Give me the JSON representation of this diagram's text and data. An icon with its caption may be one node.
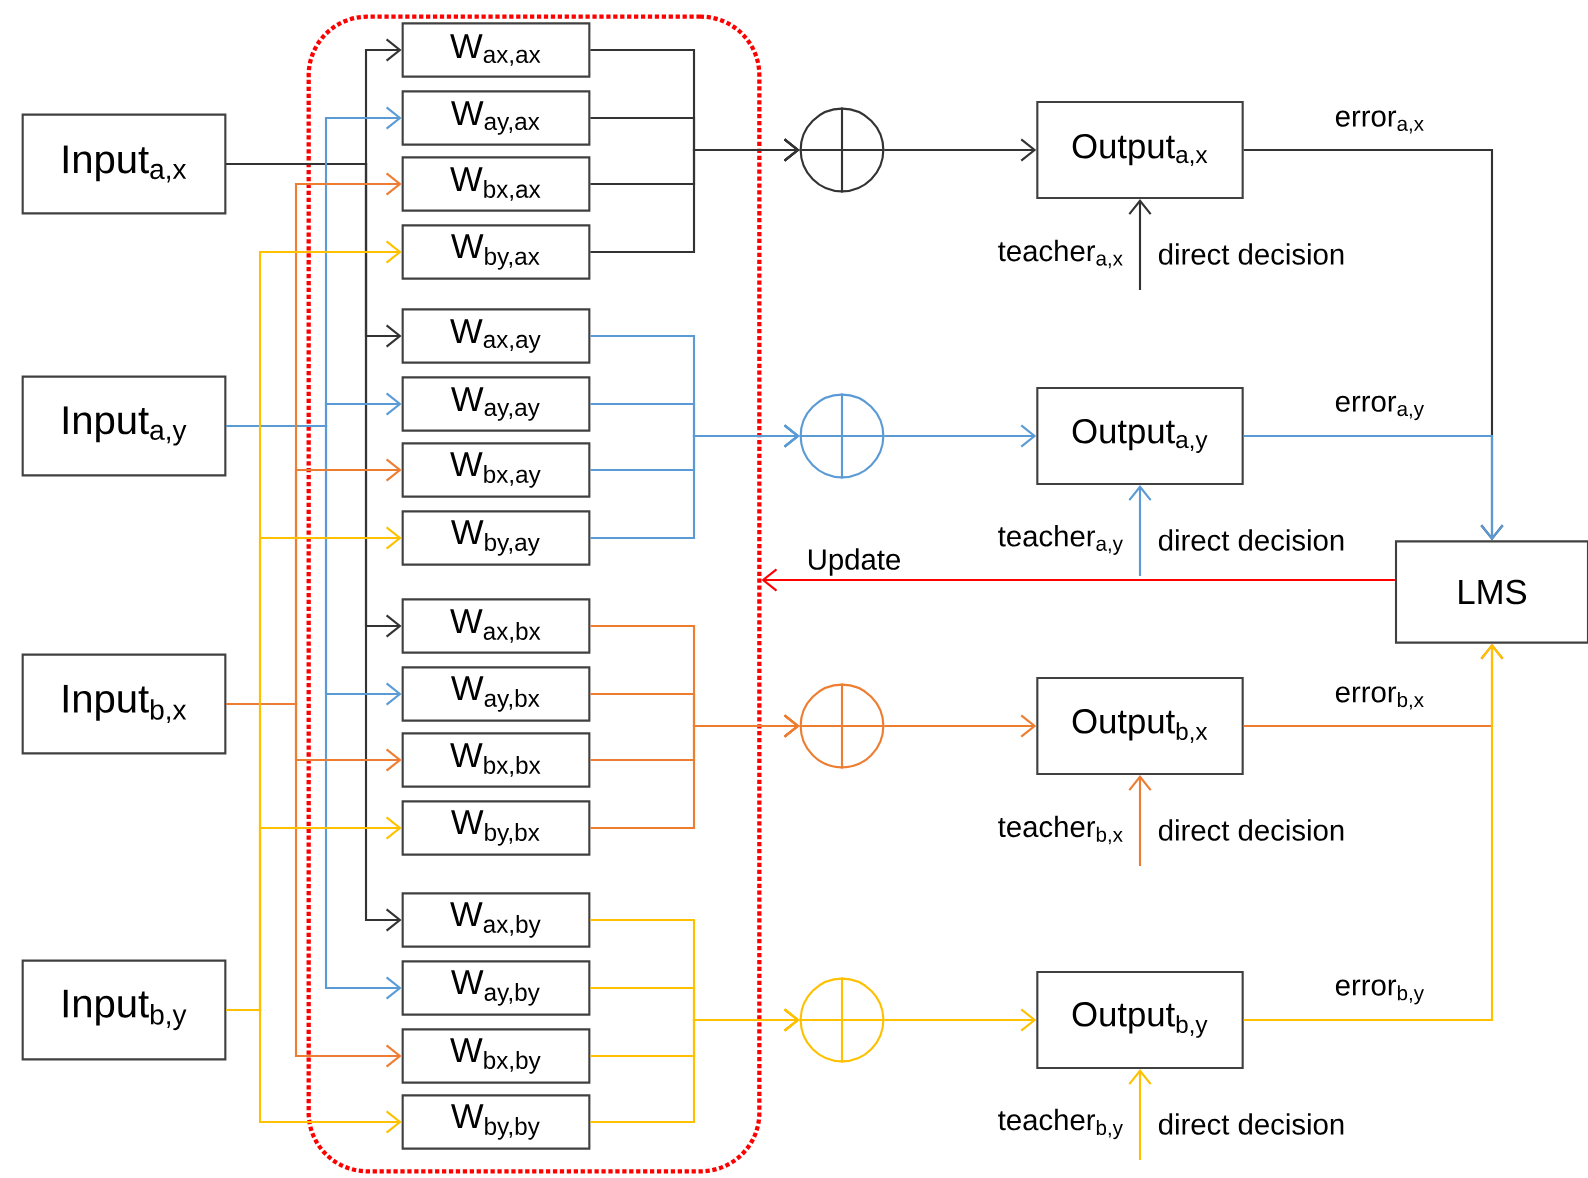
{
  "diagram": {
    "nodes": [
      {
        "text": [
          "Input$_{a,x}$"
        ]
      },
      {
        "text": [
          "Input$_{a,y}$"
        ]
      },
      {
        "text": [
          "Input$_{b,x}$"
        ]
      },
      {
        "text": [
          "Input$_{b,y}$"
        ]
      },
      {
        "text": [],
        "shape": "box"
      },
      {
        "text": [
          "W$_{ax,ax}$"
        ],
        "in": 4
      },
      {
        "text": [
          "W$_{ay,ax}$"
        ],
        "in": 4
      },
      {
        "text": [
          "W$_{bx,ax}$"
        ],
        "in": 4
      },
      {
        "text": [
          "W$_{by,ax}$"
        ],
        "in": 4
      },
      {
        "text": [
          "W$_{ax,ay}$"
        ],
        "in": 4
      },
      {
        "text": [
          "W$_{ay,ay}$"
        ],
        "in": 4
      },
      {
        "text": [
          "W$_{bx,ay}$"
        ],
        "in": 4
      },
      {
        "text": [
          "W$_{by,ay}$"
        ],
        "in": 4
      },
      {
        "text": [
          "W$_{ax,bx}$"
        ],
        "in": 4
      },
      {
        "text": [
          "W$_{ay,bx}$"
        ],
        "in": 4
      },
      {
        "text": [
          "W$_{bx,bx}$"
        ],
        "in": 4
      },
      {
        "text": [
          "W$_{by,bx}$"
        ],
        "in": 4
      },
      {
        "text": [
          "W$_{ax,by}$"
        ],
        "in": 4
      },
      {
        "text": [
          "W$_{ay,by}$"
        ],
        "in": 4
      },
      {
        "text": [
          "W$_{bx,by}$"
        ],
        "in": 4
      },
      {
        "text": [
          "W$_{by,by}$"
        ],
        "in": 4
      },
      {
        "text": [],
        "shape": "circle"
      },
      {
        "text": [],
        "shape": "circle"
      },
      {
        "text": [],
        "shape": "circle"
      },
      {
        "text": [],
        "shape": "circle"
      },
      {
        "text": [
          "Output$_{a,x}$"
        ]
      },
      {
        "text": [
          "Output$_{a,y}$"
        ]
      },
      {
        "text": [
          "Output$_{b,x}$"
        ]
      },
      {
        "text": [
          "Output$_{b,y}$"
        ]
      },
      {
        "text": [
          "LMS"
        ]
      }
    ],
    "edges": [
      {
        "from": 0,
        "to": 5,
        "arrow": "to"
      },
      {
        "from": 0,
        "to": 9,
        "arrow": "to"
      },
      {
        "from": 0,
        "to": 13,
        "arrow": "to"
      },
      {
        "from": 0,
        "to": 17,
        "arrow": "to"
      },
      {
        "from": 1,
        "to": 6,
        "arrow": "to",
        "color": "#5b9bd5"
      },
      {
        "from": 1,
        "to": 10,
        "arrow": "to",
        "color": "#5b9bd5"
      },
      {
        "from": 1,
        "to": 14,
        "arrow": "to",
        "color": "#5b9bd5"
      },
      {
        "from": 1,
        "to": 18,
        "arrow": "to",
        "color": "#5b9bd5"
      },
      {
        "from": 2,
        "to": 7,
        "arrow": "to",
        "color": "#ed7d31"
      },
      {
        "from": 2,
        "to": 11,
        "arrow": "to",
        "color": "#ed7d31"
      },
      {
        "from": 2,
        "to": 15,
        "arrow": "to",
        "color": "#ed7d31"
      },
      {
        "from": 2,
        "to": 19,
        "arrow": "to",
        "color": "#ed7d31"
      },
      {
        "from": 3,
        "to": 8,
        "arrow": "to",
        "color": "#ffc000"
      },
      {
        "from": 3,
        "to": 12,
        "arrow": "to",
        "color": "#ffc000"
      },
      {
        "from": 3,
        "to": 16,
        "arrow": "to",
        "color": "#ffc000"
      },
      {
        "from": 3,
        "to": 20,
        "arrow": "to",
        "color": "#ffc000"
      },
      {
        "from": 5,
        "to": 21,
        "arrow": "to"
      },
      {
        "from": 6,
        "to": 21,
        "arrow": "to"
      },
      {
        "from": 7,
        "to": 21,
        "arrow": "to"
      },
      {
        "from": 8,
        "to": 21,
        "arrow": "to"
      },
      {
        "from": 9,
        "to": 22,
        "arrow": "to",
        "color": "#5b9bd5"
      },
      {
        "from": 10,
        "to": 22,
        "arrow": "to",
        "color": "#5b9bd5"
      },
      {
        "from": 11,
        "to": 22,
        "arrow": "to",
        "color": "#5b9bd5"
      },
      {
        "from": 12,
        "to": 22,
        "arrow": "to",
        "color": "#5b9bd5"
      },
      {
        "from": 13,
        "to": 23,
        "arrow": "to",
        "color": "#ed7d31"
      },
      {
        "from": 14,
        "to": 23,
        "arrow": "to",
        "color": "#ed7d31"
      },
      {
        "from": 15,
        "to": 23,
        "arrow": "to",
        "color": "#ed7d31"
      },
      {
        "from": 16,
        "to": 23,
        "arrow": "to",
        "color": "#ed7d31"
      },
      {
        "from": 17,
        "to": 24,
        "arrow": "to",
        "color": "#ffc000"
      },
      {
        "from": 18,
        "to": 24,
        "arrow": "to",
        "color": "#ffc000"
      },
      {
        "from": 19,
        "to": 24,
        "arrow": "to",
        "color": "#ffc000"
      },
      {
        "from": 20,
        "to": 24,
        "arrow": "to",
        "color": "#ffc000"
      },
      {
        "from": 21,
        "to": 25,
        "arrow": "to"
      },
      {
        "from": 22,
        "to": 26,
        "arrow": "to",
        "color": "#5b9bd5"
      },
      {
        "from": 23,
        "to": 27,
        "arrow": "to",
        "color": "#ed7d31"
      },
      {
        "from": 24,
        "to": 28,
        "arrow": "to",
        "color": "#ffc000"
      },
      {
        "from": 25,
        "to": 29,
        "arrow": "to",
        "label": "error$_{a,x}$"
      },
      {
        "from": 26,
        "to": 29,
        "arrow": "to",
        "label": "error$_{a,y}$",
        "color": "#5b9bd5"
      },
      {
        "from": 27,
        "to": 29,
        "arrow": "to",
        "label": "error$_{b,x}$",
        "color": "#ed7d31"
      },
      {
        "from": 28,
        "to": 29,
        "arrow": "to",
        "label": "error$_{b,y}$",
        "color": "#ffc000"
      },
      {
        "from": null,
        "to": 25,
        "arrow": "to",
        "label": "teacher$_{a,x}$"
      },
      {
        "from": null,
        "to": 26,
        "arrow": "to",
        "label": "teacher$_{a,y}$",
        "color": "#5b9bd5"
      },
      {
        "from": null,
        "to": 27,
        "arrow": "to",
        "label": "teacher$_{b,x}$",
        "color": "#ed7d31"
      },
      {
        "from": null,
        "to": 28,
        "arrow": "to",
        "label": "teacher$_{b,y}$",
        "color": "#ffc000"
      },
      {
        "from": 29,
        "to": 4,
        "arrow": "to",
        "label": "Update",
        "color": "#ff0000"
      }
    ],
    "labels": [
      "direct decision",
      "direct decision",
      "direct decision",
      "direct decision"
    ]
  }
}
